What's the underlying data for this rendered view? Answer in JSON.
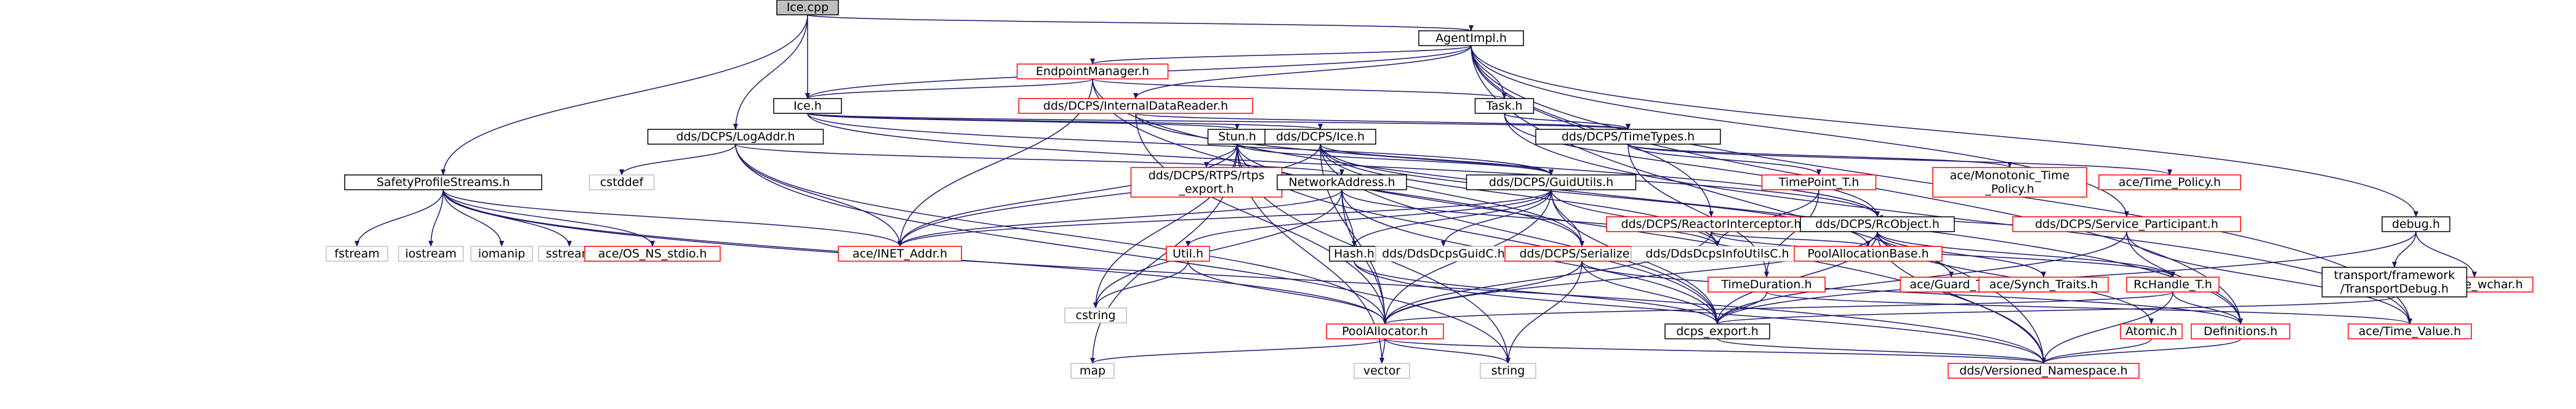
{
  "colors": {
    "edge": "#191970",
    "normal_border": "#000000",
    "missing_border": "#ff0000",
    "external_border": "#bfbfbf",
    "root_fill": "#bfbfbf",
    "node_fill": "#ffffff",
    "text": "#000000"
  },
  "nodes": [
    {
      "id": "root",
      "kind": "root",
      "lines": [
        "Ice.cpp"
      ]
    },
    {
      "id": "agentimpl",
      "kind": "normal",
      "lines": [
        "AgentImpl.h"
      ]
    },
    {
      "id": "endpointmanager",
      "kind": "missing",
      "lines": [
        "EndpointManager.h"
      ]
    },
    {
      "id": "ice_h",
      "kind": "normal",
      "lines": [
        "Ice.h"
      ]
    },
    {
      "id": "internaldatareader",
      "kind": "missing",
      "lines": [
        "dds/DCPS/InternalDataReader.h"
      ]
    },
    {
      "id": "task",
      "kind": "normal",
      "lines": [
        "Task.h"
      ]
    },
    {
      "id": "logaddr",
      "kind": "normal",
      "lines": [
        "dds/DCPS/LogAddr.h"
      ]
    },
    {
      "id": "stun",
      "kind": "normal",
      "lines": [
        "Stun.h"
      ]
    },
    {
      "id": "dcps_ice",
      "kind": "normal",
      "lines": [
        "dds/DCPS/Ice.h"
      ]
    },
    {
      "id": "timetypes",
      "kind": "normal",
      "lines": [
        "dds/DCPS/TimeTypes.h"
      ]
    },
    {
      "id": "safetyprofile",
      "kind": "normal",
      "lines": [
        "SafetyProfileStreams.h"
      ]
    },
    {
      "id": "cstddef",
      "kind": "external",
      "lines": [
        "cstddef"
      ]
    },
    {
      "id": "rtps_export",
      "kind": "missing",
      "lines": [
        "dds/DCPS/RTPS/rtps",
        "_export.h"
      ]
    },
    {
      "id": "networkaddress",
      "kind": "normal",
      "lines": [
        "NetworkAddress.h"
      ]
    },
    {
      "id": "guidutils",
      "kind": "normal",
      "lines": [
        "dds/DCPS/GuidUtils.h"
      ]
    },
    {
      "id": "timepoint",
      "kind": "missing",
      "lines": [
        "TimePoint_T.h"
      ]
    },
    {
      "id": "monotonic",
      "kind": "missing",
      "lines": [
        "ace/Monotonic_Time",
        "_Policy.h"
      ]
    },
    {
      "id": "timepolicy",
      "kind": "missing",
      "lines": [
        "ace/Time_Policy.h"
      ]
    },
    {
      "id": "reactorinterceptor",
      "kind": "missing",
      "lines": [
        "dds/DCPS/ReactorInterceptor.h"
      ]
    },
    {
      "id": "rcobject",
      "kind": "normal",
      "lines": [
        "dds/DCPS/RcObject.h"
      ]
    },
    {
      "id": "service_participant",
      "kind": "missing",
      "lines": [
        "dds/DCPS/Service_Participant.h"
      ]
    },
    {
      "id": "debug",
      "kind": "normal",
      "lines": [
        "debug.h"
      ]
    },
    {
      "id": "fstream",
      "kind": "external",
      "lines": [
        "fstream"
      ]
    },
    {
      "id": "iostream",
      "kind": "external",
      "lines": [
        "iostream"
      ]
    },
    {
      "id": "iomanip",
      "kind": "external",
      "lines": [
        "iomanip"
      ]
    },
    {
      "id": "sstream",
      "kind": "external",
      "lines": [
        "sstream"
      ]
    },
    {
      "id": "os_ns_stdio",
      "kind": "missing",
      "lines": [
        "ace/OS_NS_stdio.h"
      ]
    },
    {
      "id": "inet_addr",
      "kind": "missing",
      "lines": [
        "ace/INET_Addr.h"
      ]
    },
    {
      "id": "util",
      "kind": "missing",
      "lines": [
        "Util.h"
      ]
    },
    {
      "id": "hash",
      "kind": "normal",
      "lines": [
        "Hash.h"
      ]
    },
    {
      "id": "ddsdcpsguidc",
      "kind": "external",
      "lines": [
        "dds/DdsDcpsGuidC.h"
      ]
    },
    {
      "id": "serializer",
      "kind": "missing",
      "lines": [
        "dds/DCPS/Serializer.h"
      ]
    },
    {
      "id": "ddsdcpsinfoutilsc",
      "kind": "external",
      "lines": [
        "dds/DdsDcpsInfoUtilsC.h"
      ]
    },
    {
      "id": "timeduration",
      "kind": "missing",
      "lines": [
        "TimeDuration.h"
      ]
    },
    {
      "id": "poolallocationbase",
      "kind": "missing",
      "lines": [
        "PoolAllocationBase.h"
      ]
    },
    {
      "id": "ace_guard",
      "kind": "missing",
      "lines": [
        "ace/Guard_T.h"
      ]
    },
    {
      "id": "ace_synch",
      "kind": "missing",
      "lines": [
        "ace/Synch_Traits.h"
      ]
    },
    {
      "id": "rchandle",
      "kind": "missing",
      "lines": [
        "RcHandle_T.h"
      ]
    },
    {
      "id": "ace_ecthar",
      "kind": "missing",
      "lines": [
        "ace/ace_wchar.h"
      ]
    },
    {
      "id": "transportdebug",
      "kind": "normal",
      "lines": [
        "transport/framework",
        "/TransportDebug.h"
      ]
    },
    {
      "id": "cstring",
      "kind": "external",
      "lines": [
        "cstring"
      ]
    },
    {
      "id": "poolallocator",
      "kind": "missing",
      "lines": [
        "PoolAllocator.h"
      ]
    },
    {
      "id": "dcps_export",
      "kind": "normal",
      "lines": [
        "dcps_export.h"
      ]
    },
    {
      "id": "atomic",
      "kind": "missing",
      "lines": [
        "Atomic.h"
      ]
    },
    {
      "id": "definitions",
      "kind": "missing",
      "lines": [
        "Definitions.h"
      ]
    },
    {
      "id": "time_value",
      "kind": "missing",
      "lines": [
        "ace/Time_Value.h"
      ]
    },
    {
      "id": "map",
      "kind": "external",
      "lines": [
        "map"
      ]
    },
    {
      "id": "vector",
      "kind": "external",
      "lines": [
        "vector"
      ]
    },
    {
      "id": "string",
      "kind": "external",
      "lines": [
        "string"
      ]
    },
    {
      "id": "versioned_namespace",
      "kind": "missing",
      "lines": [
        "dds/Versioned_Namespace.h"
      ]
    }
  ],
  "edges": [
    [
      "root",
      "agentimpl"
    ],
    [
      "root",
      "ice_h"
    ],
    [
      "root",
      "logaddr"
    ],
    [
      "root",
      "safetyprofile"
    ],
    [
      "agentimpl",
      "endpointmanager"
    ],
    [
      "agentimpl",
      "ice_h"
    ],
    [
      "agentimpl",
      "internaldatareader"
    ],
    [
      "agentimpl",
      "task"
    ],
    [
      "agentimpl",
      "reactorinterceptor"
    ],
    [
      "agentimpl",
      "service_participant"
    ],
    [
      "agentimpl",
      "debug"
    ],
    [
      "agentimpl",
      "definitions"
    ],
    [
      "agentimpl",
      "time_value"
    ],
    [
      "agentimpl",
      "versioned_namespace"
    ],
    [
      "endpointmanager",
      "ice_h"
    ],
    [
      "endpointmanager",
      "task"
    ],
    [
      "endpointmanager",
      "inet_addr"
    ],
    [
      "endpointmanager",
      "definitions"
    ],
    [
      "endpointmanager",
      "versioned_namespace"
    ],
    [
      "ice_h",
      "stun"
    ],
    [
      "ice_h",
      "dcps_ice"
    ],
    [
      "ice_h",
      "timetypes"
    ],
    [
      "ice_h",
      "guidutils"
    ],
    [
      "ice_h",
      "rcobject"
    ],
    [
      "internaldatareader",
      "timetypes"
    ],
    [
      "internaldatareader",
      "rcobject"
    ],
    [
      "internaldatareader",
      "poolallocator"
    ],
    [
      "task",
      "timetypes"
    ],
    [
      "task",
      "rcobject"
    ],
    [
      "task",
      "time_value"
    ],
    [
      "logaddr",
      "cstddef"
    ],
    [
      "logaddr",
      "inet_addr"
    ],
    [
      "logaddr",
      "networkaddress"
    ],
    [
      "logaddr",
      "poolallocator"
    ],
    [
      "logaddr",
      "string"
    ],
    [
      "stun",
      "inet_addr"
    ],
    [
      "stun",
      "rtps_export"
    ],
    [
      "stun",
      "guidutils"
    ],
    [
      "stun",
      "serializer"
    ],
    [
      "stun",
      "dcps_export"
    ],
    [
      "stun",
      "cstring"
    ],
    [
      "stun",
      "map"
    ],
    [
      "stun",
      "vector"
    ],
    [
      "stun",
      "string"
    ],
    [
      "dcps_ice",
      "guidutils"
    ],
    [
      "dcps_ice",
      "inet_addr"
    ],
    [
      "dcps_ice",
      "serializer"
    ],
    [
      "dcps_ice",
      "ddsdcpsinfoutilsc"
    ],
    [
      "dcps_ice",
      "poolallocationbase"
    ],
    [
      "dcps_ice",
      "poolallocator"
    ],
    [
      "dcps_ice",
      "dcps_export"
    ],
    [
      "timetypes",
      "timepoint"
    ],
    [
      "timetypes",
      "monotonic"
    ],
    [
      "timetypes",
      "timepolicy"
    ],
    [
      "timetypes",
      "timeduration"
    ],
    [
      "timepoint",
      "timeduration"
    ],
    [
      "timepoint",
      "ddsdcpsinfoutilsc"
    ],
    [
      "timeduration",
      "time_value"
    ],
    [
      "timeduration",
      "dcps_export"
    ],
    [
      "safetyprofile",
      "fstream"
    ],
    [
      "safetyprofile",
      "iostream"
    ],
    [
      "safetyprofile",
      "iomanip"
    ],
    [
      "safetyprofile",
      "sstream"
    ],
    [
      "safetyprofile",
      "os_ns_stdio"
    ],
    [
      "safetyprofile",
      "inet_addr"
    ],
    [
      "safetyprofile",
      "poolallocator"
    ],
    [
      "safetyprofile",
      "versioned_namespace"
    ],
    [
      "networkaddress",
      "inet_addr"
    ],
    [
      "networkaddress",
      "hash"
    ],
    [
      "networkaddress",
      "cstring"
    ],
    [
      "networkaddress",
      "poolallocator"
    ],
    [
      "networkaddress",
      "dcps_export"
    ],
    [
      "networkaddress",
      "ddsdcpsinfoutilsc"
    ],
    [
      "guidutils",
      "util"
    ],
    [
      "guidutils",
      "hash"
    ],
    [
      "guidutils",
      "ddsdcpsguidc"
    ],
    [
      "guidutils",
      "serializer"
    ],
    [
      "guidutils",
      "ddsdcpsinfoutilsc"
    ],
    [
      "guidutils",
      "poolallocator"
    ],
    [
      "guidutils",
      "dcps_export"
    ],
    [
      "guidutils",
      "inet_addr"
    ],
    [
      "util",
      "cstring"
    ],
    [
      "util",
      "poolallocator"
    ],
    [
      "hash",
      "dcps_export"
    ],
    [
      "hash",
      "versioned_namespace"
    ],
    [
      "serializer",
      "poolallocator"
    ],
    [
      "serializer",
      "dcps_export"
    ],
    [
      "serializer",
      "definitions"
    ],
    [
      "serializer",
      "string"
    ],
    [
      "reactorinterceptor",
      "rchandle"
    ],
    [
      "reactorinterceptor",
      "poolallocationbase"
    ],
    [
      "reactorinterceptor",
      "ddsdcpsinfoutilsc"
    ],
    [
      "reactorinterceptor",
      "poolallocator"
    ],
    [
      "rcobject",
      "poolallocationbase"
    ],
    [
      "rcobject",
      "ace_guard"
    ],
    [
      "rcobject",
      "ace_synch"
    ],
    [
      "rcobject",
      "rchandle"
    ],
    [
      "rcobject",
      "atomic"
    ],
    [
      "rcobject",
      "dcps_export"
    ],
    [
      "rcobject",
      "versioned_namespace"
    ],
    [
      "rcobject",
      "poolallocator"
    ],
    [
      "rchandle",
      "definitions"
    ],
    [
      "rchandle",
      "versioned_namespace"
    ],
    [
      "rchandle",
      "poolallocator"
    ],
    [
      "service_participant",
      "rcobject"
    ],
    [
      "service_participant",
      "definitions"
    ],
    [
      "service_participant",
      "time_value"
    ],
    [
      "service_participant",
      "dcps_export"
    ],
    [
      "debug",
      "ace_ecthar"
    ],
    [
      "debug",
      "transportdebug"
    ],
    [
      "debug",
      "dcps_export"
    ],
    [
      "transportdebug",
      "dcps_export"
    ],
    [
      "poolallocator",
      "map"
    ],
    [
      "poolallocator",
      "vector"
    ],
    [
      "poolallocator",
      "string"
    ],
    [
      "poolallocator",
      "versioned_namespace"
    ],
    [
      "dcps_export",
      "versioned_namespace"
    ],
    [
      "atomic",
      "versioned_namespace"
    ],
    [
      "definitions",
      "versioned_namespace"
    ]
  ]
}
